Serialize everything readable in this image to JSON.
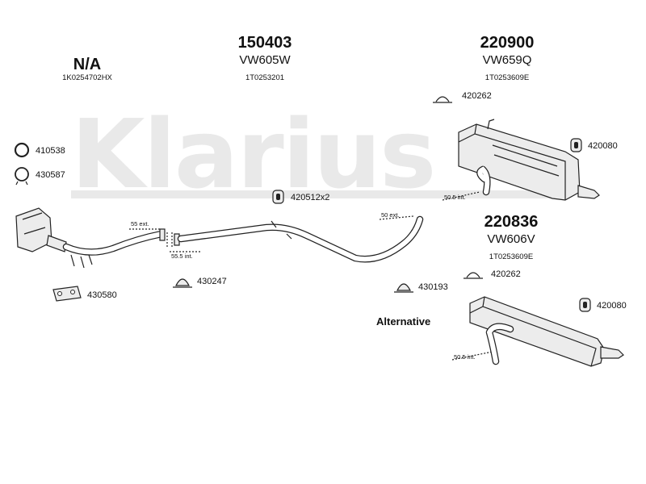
{
  "watermark": "Klarius",
  "groups": {
    "cat": {
      "number": "N/A",
      "code": "1K0254702HX"
    },
    "mid": {
      "number": "150403",
      "model": "VW605W",
      "code": "1T0253201"
    },
    "rear": {
      "number": "220900",
      "model": "VW659Q",
      "code": "1T0253609E"
    },
    "rear_alt": {
      "number": "220836",
      "model": "VW606V",
      "code": "1T0253609E"
    }
  },
  "parts": {
    "p420262_top": "420262",
    "p410538": "410538",
    "p430587": "430587",
    "p420080_top": "420080",
    "p420512": "420512x2",
    "p430580": "430580",
    "p430247": "430247",
    "p430193": "430193",
    "p420262_alt": "420262",
    "p420080_alt": "420080"
  },
  "dimensions": {
    "d55ext": "55 ext.",
    "d555int": "55.5 int.",
    "d50ext": "50 ext.",
    "d505int_top": "50.5 int.",
    "d505int_alt": "50.5 int."
  },
  "alternative_label": "Alternative",
  "colors": {
    "line": "#222222",
    "part_fill": "#ececec",
    "watermark": "#e9e9e9"
  }
}
